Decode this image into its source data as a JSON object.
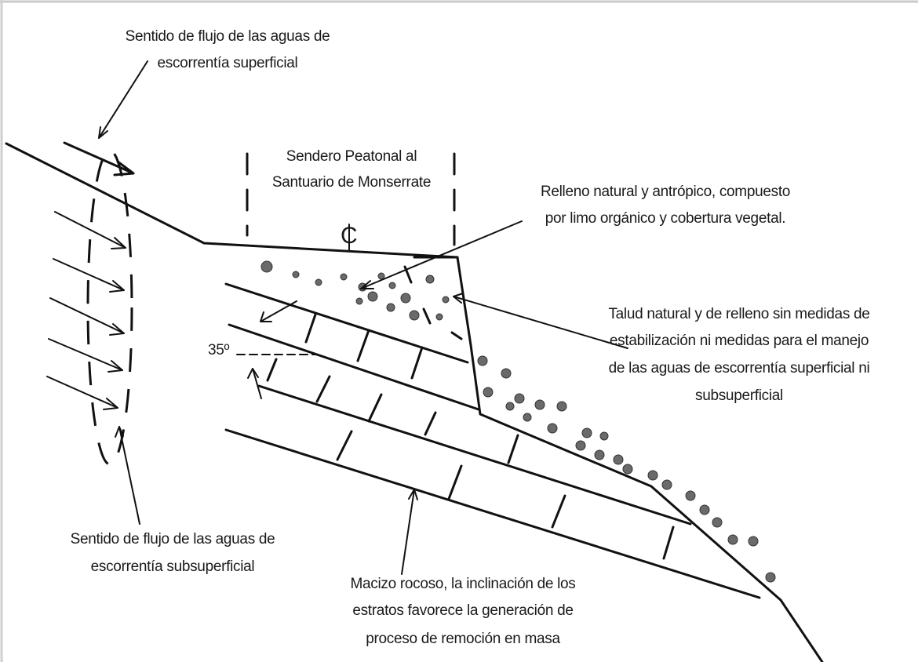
{
  "labels": {
    "surface_flow": [
      "Sentido de flujo de las aguas de",
      "escorrentía superficial"
    ],
    "path": [
      "Sendero Peatonal al",
      "Santuario de Monserrate"
    ],
    "centerline": "C",
    "fill": [
      "Relleno natural y antrópico, compuesto",
      "por limo orgánico y cobertura vegetal."
    ],
    "slope": [
      "Talud natural y de relleno sin medidas de",
      "estabilización ni medidas para el manejo",
      "de las aguas de escorrentía superficial ni",
      "subsuperficial"
    ],
    "angle": "35º",
    "subsurface_flow": [
      "Sentido de flujo de las aguas de",
      "escorrentía subsuperficial"
    ],
    "rock": [
      "Macizo rocoso, la inclinación de los",
      "estratos favorece la generación de",
      "proceso de remoción en masa"
    ]
  },
  "colors": {
    "ink": "#111111",
    "text": "#1a1a1a",
    "debris": "#6a6a6a"
  },
  "icons": {
    "centerline": "centerline-symbol"
  }
}
